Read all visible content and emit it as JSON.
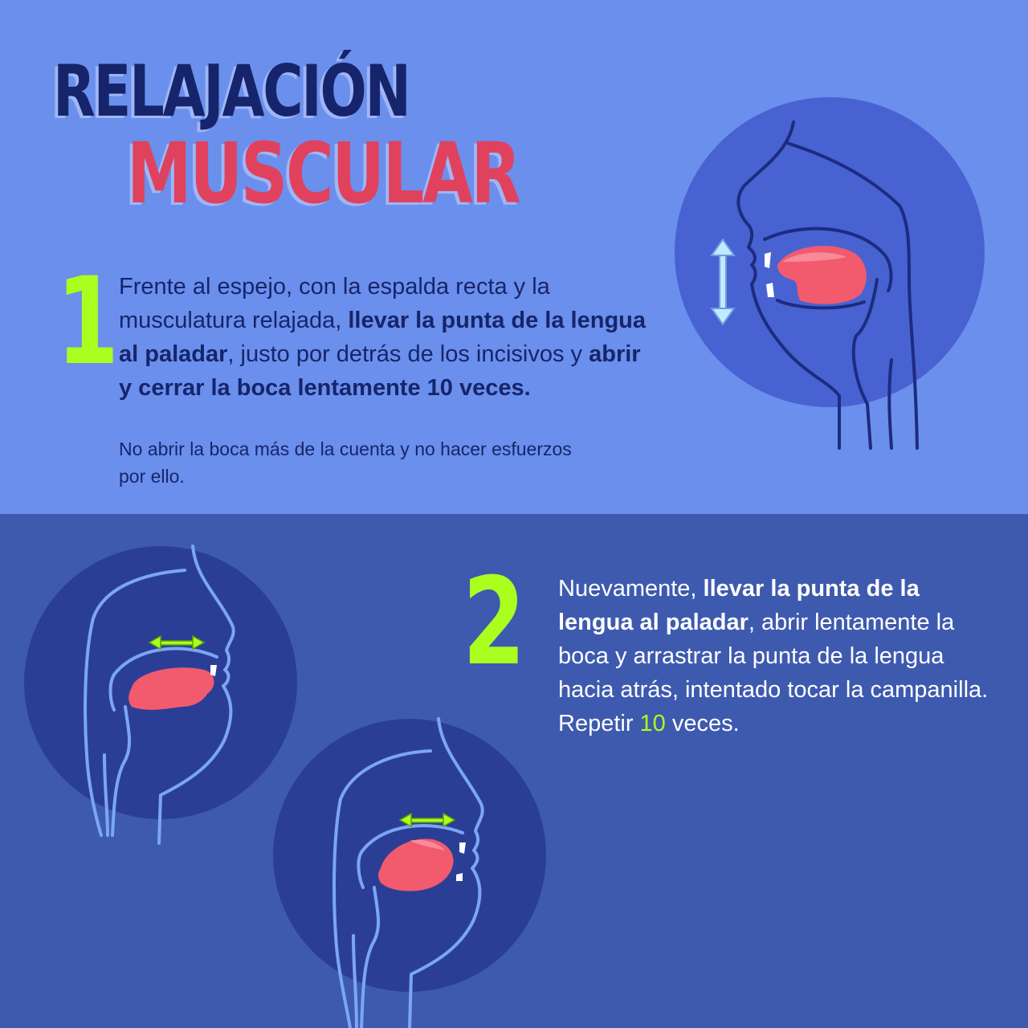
{
  "title": {
    "line1": "RELAJACIÓN",
    "line2": "MUSCULAR"
  },
  "step1": {
    "number": "1",
    "text_a": "Frente al espejo, con la espalda recta y la musculatura relajada, ",
    "bold_a": "llevar la punta de la lengua al paladar",
    "text_b": ", justo por detrás de los incisivos y ",
    "bold_b": "abrir y cerrar la boca lentamente 10 veces.",
    "note": "No abrir la boca más de la cuenta y no hacer esfuerzos por ello."
  },
  "step2": {
    "number": "2",
    "text_a": "Nuevamente, ",
    "bold_a": "llevar la punta de la lengua al paladar",
    "text_b": ", abrir lentamente la boca y arrastrar la punta de la lengua hacia atrás, intentado tocar la campanilla. Repetir ",
    "count": "10",
    "text_c": " veces."
  },
  "colors": {
    "top_background": "#6b8fec",
    "bottom_background": "#3e5aaf",
    "title_dark": "#16256b",
    "title_red": "#e0425e",
    "accent_green": "#aaff1f",
    "tongue": "#f25a6e",
    "circle_top": "#4862d2",
    "circle_bottom": "#2b3e96",
    "outline_light": "#7aa6f5"
  },
  "icons": {
    "vertical_arrow": "double-arrow-vertical-icon",
    "horizontal_arrow": "double-arrow-horizontal-icon"
  }
}
